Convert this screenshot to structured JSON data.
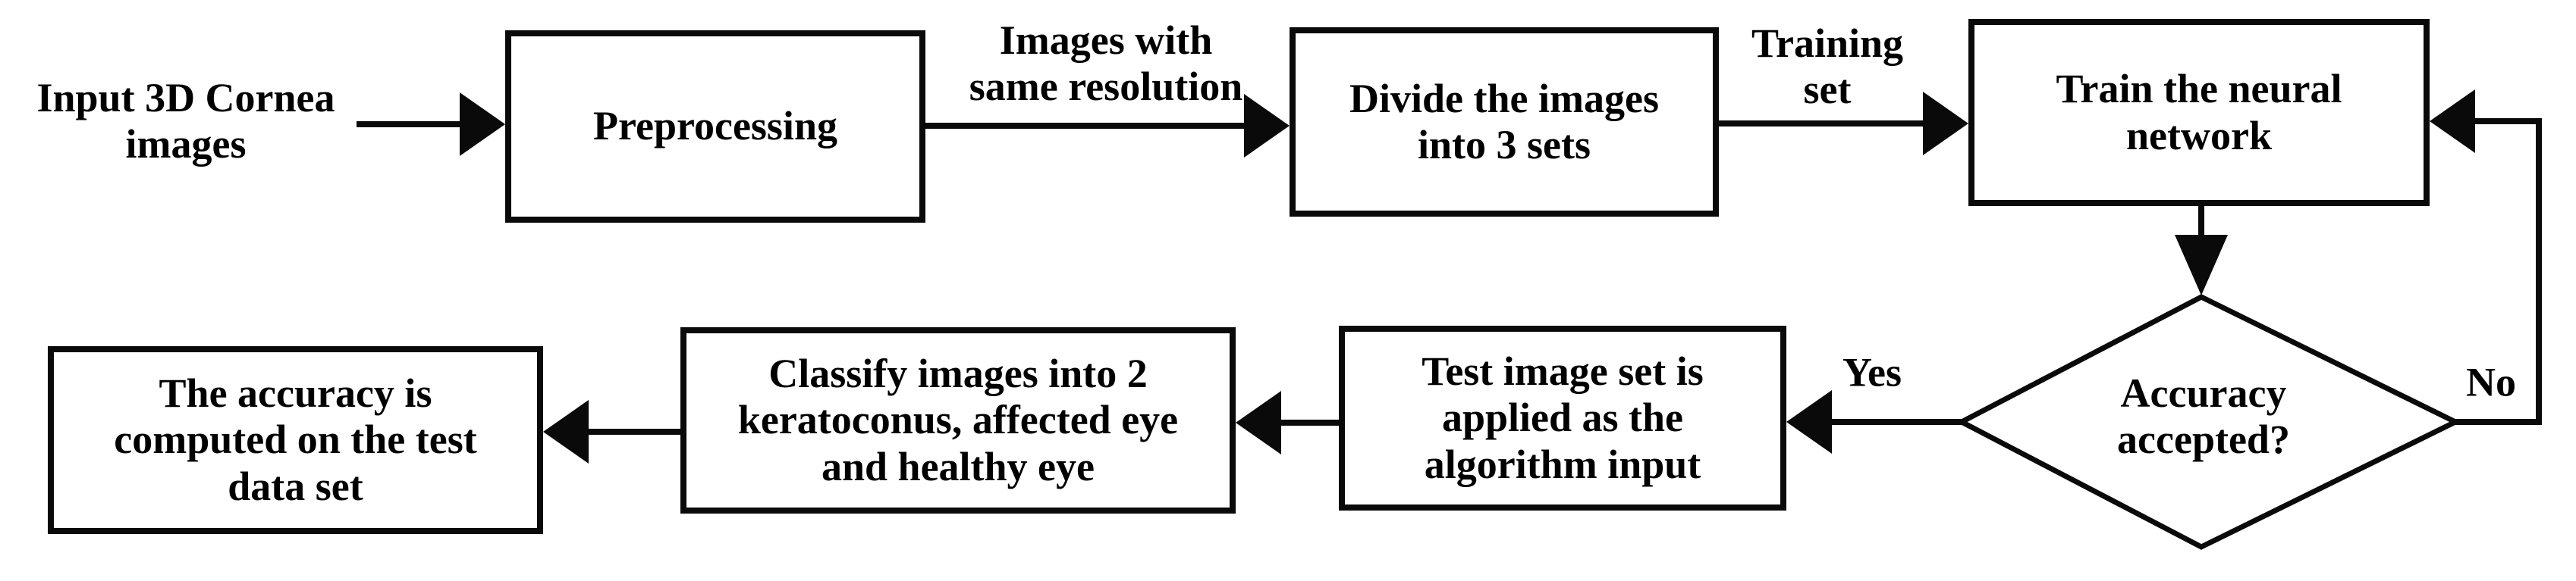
{
  "nodes": {
    "input": {
      "text": "Input 3D Cornea\nimages"
    },
    "preprocessing": {
      "text": "Preprocessing"
    },
    "divide": {
      "text": "Divide the images\ninto 3 sets"
    },
    "train": {
      "text": "Train the neural\nnetwork"
    },
    "decision": {
      "text": "Accuracy\naccepted?"
    },
    "test": {
      "text": "Test image set is\napplied as the\nalgorithm input"
    },
    "classify": {
      "text": "Classify images into 2\nkeratoconus, affected eye\nand healthy eye"
    },
    "accuracy": {
      "text": "The accuracy is\ncomputed on the test\ndata set"
    }
  },
  "edges": {
    "preprocessing_to_divide": {
      "label": "Images with\nsame resolution"
    },
    "divide_to_train": {
      "label": "Training\nset"
    },
    "decision_yes": {
      "label": "Yes"
    },
    "decision_no": {
      "label": "No"
    }
  },
  "colors": {
    "line": "#0a0a0a",
    "shape_fill": "#ffffff",
    "text": "#000000"
  }
}
